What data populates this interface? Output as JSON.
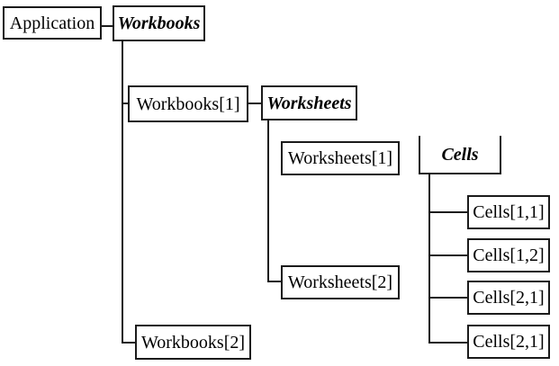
{
  "diagram": {
    "background_color": "#ffffff",
    "line_color": "#1b1b1b",
    "text_color": "#000000"
  },
  "nodes": {
    "application": {
      "label": "Application",
      "type": "object"
    },
    "workbooks": {
      "label": "Workbooks",
      "type": "collection"
    },
    "workbooks1": {
      "label": "Workbooks[1]",
      "type": "object"
    },
    "workbooks2": {
      "label": "Workbooks[2]",
      "type": "object"
    },
    "worksheets": {
      "label": "Worksheets",
      "type": "collection"
    },
    "worksheets1": {
      "label": "Worksheets[1]",
      "type": "object"
    },
    "worksheets2": {
      "label": "Worksheets[2]",
      "type": "object"
    },
    "cells": {
      "label": "Cells",
      "type": "collection"
    },
    "cells11": {
      "label": "Cells[1,1]",
      "type": "object"
    },
    "cells12": {
      "label": "Cells[1,2]",
      "type": "object"
    },
    "cells21": {
      "label": "Cells[2,1]",
      "type": "object"
    },
    "cells21b": {
      "label": "Cells[2,1]",
      "type": "object"
    }
  },
  "edges": [
    "Application - Workbooks",
    "Workbooks - Workbooks[1]",
    "Workbooks - Workbooks[2]",
    "Workbooks[1] - Worksheets",
    "Worksheets - Worksheets[2]",
    "Cells - Cells[1,1]",
    "Cells - Cells[1,2]",
    "Cells - Cells[2,1]",
    "Cells - Cells[2,1]"
  ]
}
